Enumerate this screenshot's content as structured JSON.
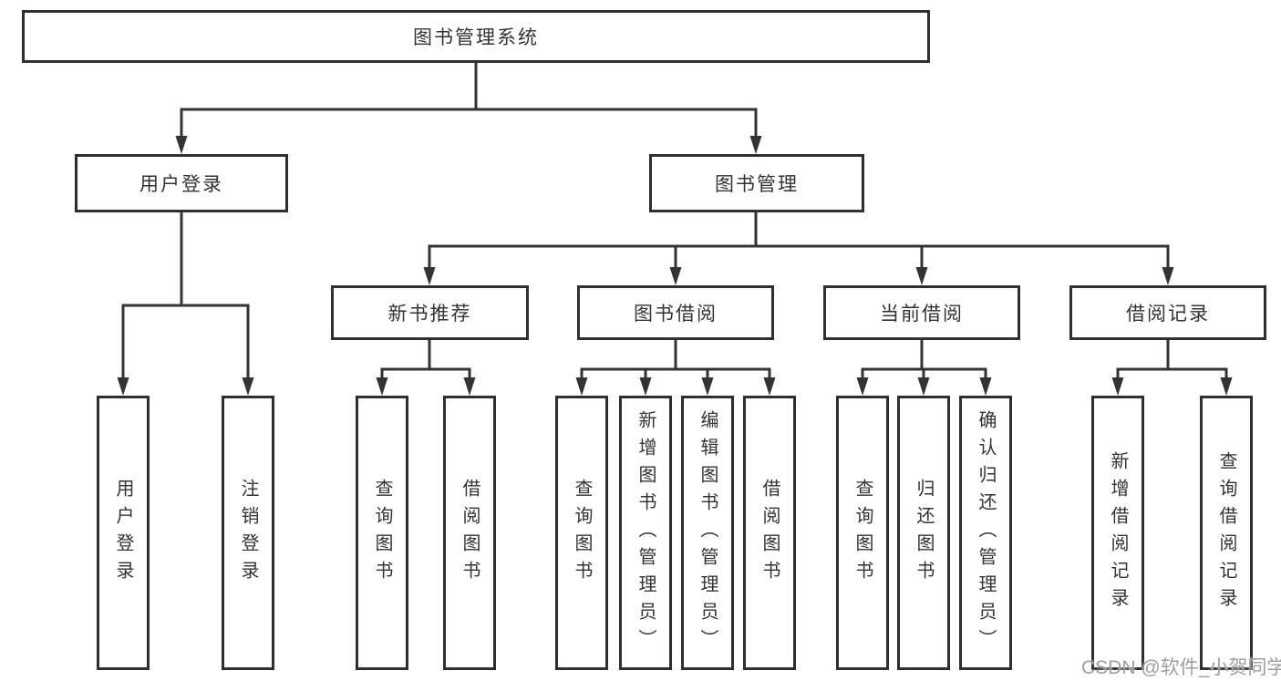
{
  "diagram": {
    "title": "图书管理系统",
    "tree": {
      "label": "图书管理系统",
      "children": [
        {
          "label": "用户登录",
          "children": [
            {
              "label": "用户登录"
            },
            {
              "label": "注销登录"
            }
          ]
        },
        {
          "label": "图书管理",
          "children": [
            {
              "label": "新书推荐",
              "children": [
                {
                  "label": "查询图书"
                },
                {
                  "label": "借阅图书"
                }
              ]
            },
            {
              "label": "图书借阅",
              "children": [
                {
                  "label": "查询图书"
                },
                {
                  "label": "新增图书（管理员）"
                },
                {
                  "label": "编辑图书（管理员）"
                },
                {
                  "label": "借阅图书"
                }
              ]
            },
            {
              "label": "当前借阅",
              "children": [
                {
                  "label": "查询图书"
                },
                {
                  "label": "归还图书"
                },
                {
                  "label": "确认归还（管理员）"
                }
              ]
            },
            {
              "label": "借阅记录",
              "children": [
                {
                  "label": "新增借阅记录"
                },
                {
                  "label": "查询借阅记录"
                }
              ]
            }
          ]
        }
      ]
    }
  },
  "watermark": "CSDN @软件_小贺同学",
  "style": {
    "line_color": "#333333",
    "text_color": "#333333",
    "background": "#ffffff",
    "watermark_color": "#9e9e9e"
  }
}
